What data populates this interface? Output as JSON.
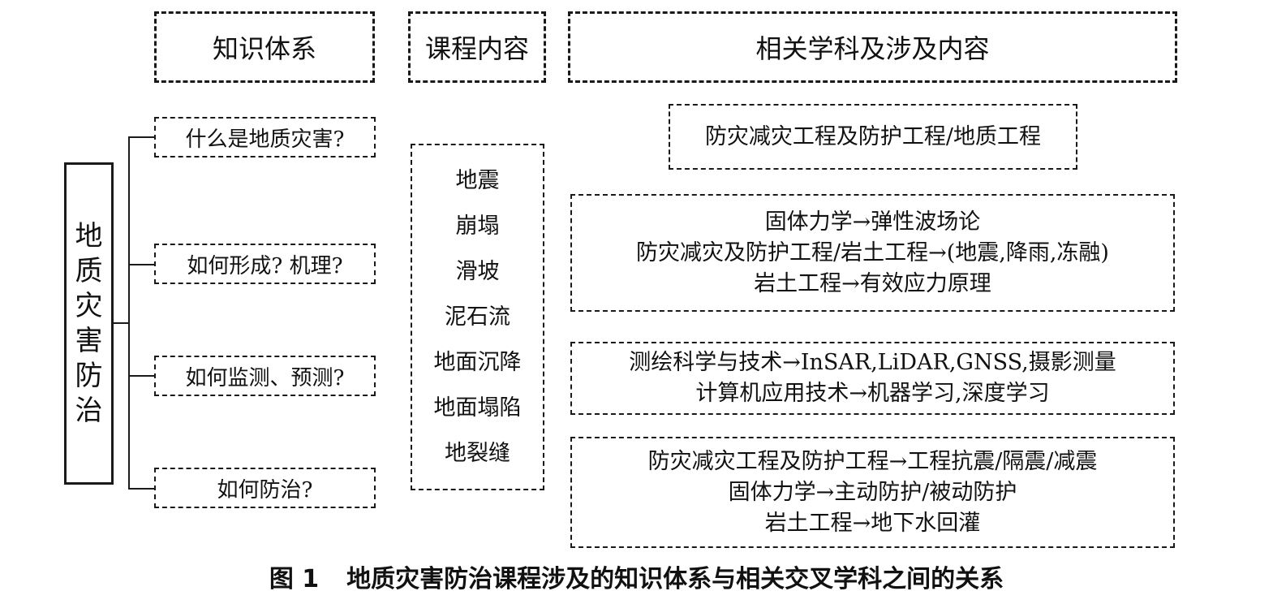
{
  "headers": {
    "knowledge_system": "知识体系",
    "course_content": "课程内容",
    "related_disciplines": "相关学科及涉及内容"
  },
  "root": {
    "chars": [
      "地",
      "质",
      "灾",
      "害",
      "防",
      "治"
    ]
  },
  "questions": [
    "什么是地质灾害?",
    "如何形成? 机理?",
    "如何监测、预测?",
    "如何防治?"
  ],
  "topics": [
    "地震",
    "崩塌",
    "滑坡",
    "泥石流",
    "地面沉降",
    "地面塌陷",
    "地裂缝"
  ],
  "relations": [
    {
      "lines": [
        "防灾减灾工程及防护工程/地质工程"
      ]
    },
    {
      "lines": [
        "固体力学→弹性波场论",
        "防灾减灾及防护工程/岩土工程→(地震,降雨,冻融)",
        "岩土工程→有效应力原理"
      ]
    },
    {
      "lines": [
        "测绘科学与技术→InSAR,LiDAR,GNSS,摄影测量",
        "计算机应用技术→机器学习,深度学习"
      ]
    },
    {
      "lines": [
        "防灾减灾工程及防护工程→工程抗震/隔震/减震",
        "固体力学→主动防护/被动防护",
        "岩土工程→地下水回灌"
      ]
    }
  ],
  "caption": {
    "figure_label": "图 1",
    "text": "地质灾害防治课程涉及的知识体系与相关交叉学科之间的关系"
  }
}
